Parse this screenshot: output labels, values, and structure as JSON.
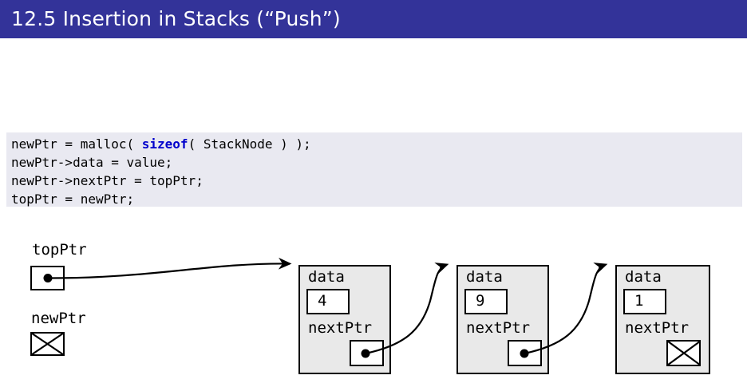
{
  "title": "12.5 Insertion in Stacks (“Push”)",
  "colors": {
    "title_bg": "#333399",
    "code_bg": "#E9E9F1",
    "node_bg": "#E9E9E9",
    "keyword": "#0000CC"
  },
  "code": {
    "line1_pre": "newPtr = malloc( ",
    "line1_keyword": "sizeof",
    "line1_post": "( StackNode ) );",
    "line2": "newPtr->data = value;",
    "line3": "newPtr->nextPtr = topPtr;",
    "line4": "topPtr = newPtr;"
  },
  "diagram": {
    "top_pointer": {
      "label": "topPtr",
      "state": "points-to-first-node"
    },
    "new_pointer": {
      "label": "newPtr",
      "state": "null"
    },
    "nodes": [
      {
        "data_label": "data",
        "value": "4",
        "next_label": "nextPtr",
        "next": "pointer-to-next"
      },
      {
        "data_label": "data",
        "value": "9",
        "next_label": "nextPtr",
        "next": "pointer-to-next"
      },
      {
        "data_label": "data",
        "value": "1",
        "next_label": "nextPtr",
        "next": "null"
      }
    ]
  }
}
